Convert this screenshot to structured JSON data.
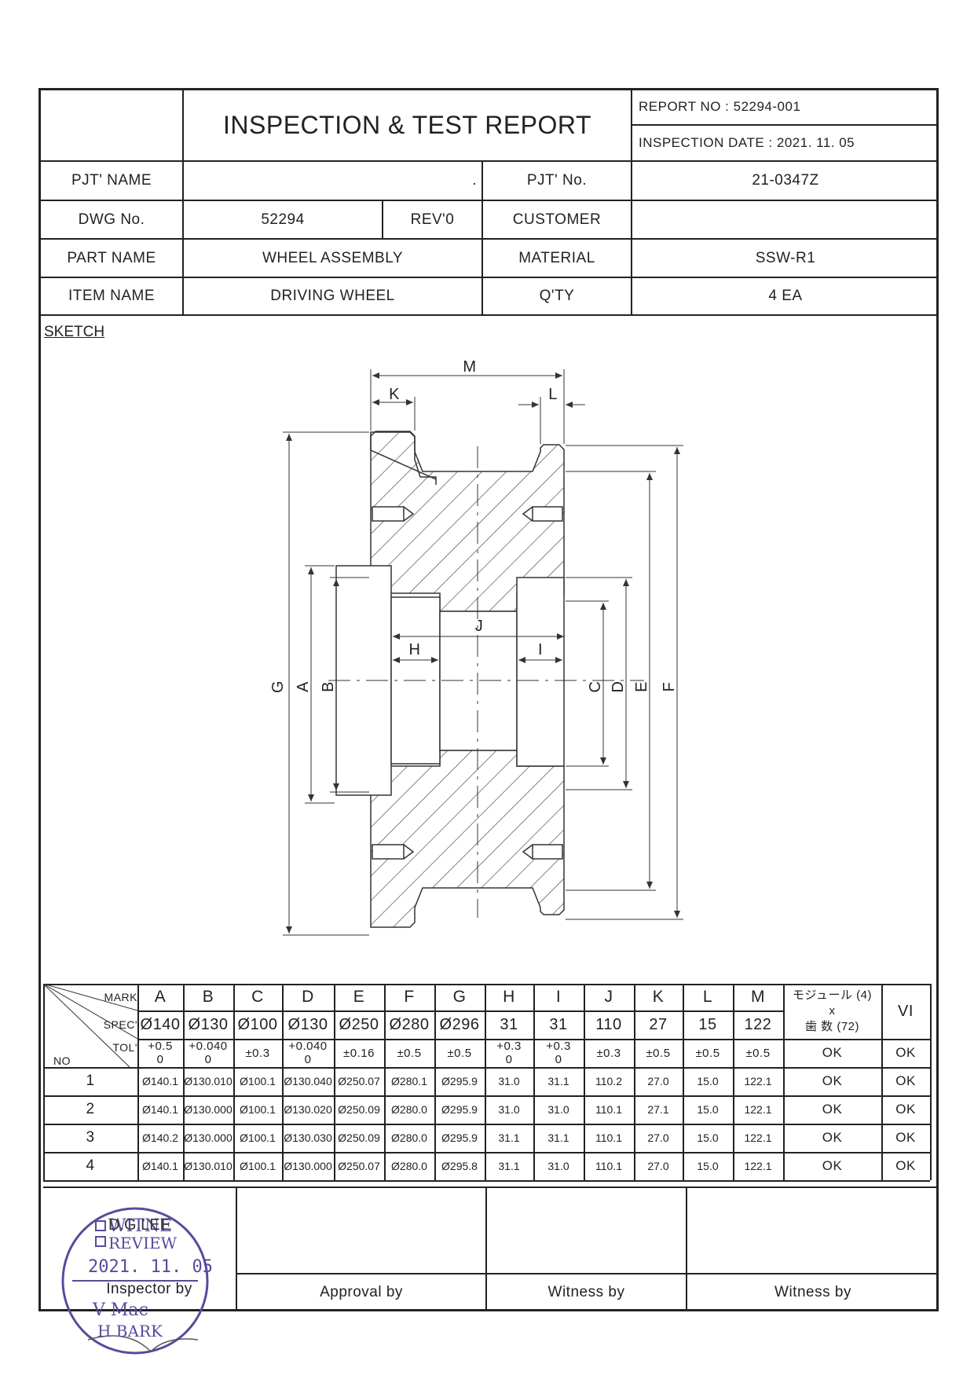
{
  "header": {
    "title": "INSPECTION & TEST REPORT",
    "report_no": "REPORT NO : 52294-001",
    "inspection_date": "INSPECTION DATE : 2021. 11. 05"
  },
  "info": {
    "pjt_name_label": "PJT' NAME",
    "pjt_name_value": ".",
    "pjt_no_label": "PJT' No.",
    "pjt_no_value": "21-0347Z",
    "dwg_no_label": "DWG No.",
    "dwg_no_value": "52294",
    "rev_value": "REV'0",
    "customer_label": "CUSTOMER",
    "customer_value": "",
    "part_name_label": "PART NAME",
    "part_name_value": "WHEEL ASSEMBLY",
    "material_label": "MATERIAL",
    "material_value": "SSW-R1",
    "item_name_label": "ITEM NAME",
    "item_name_value": "DRIVING WHEEL",
    "qty_label": "Q'TY",
    "qty_value": "4 EA"
  },
  "sketch": {
    "label": "SKETCH",
    "dim_labels": [
      "M",
      "K",
      "L",
      "G",
      "A",
      "B",
      "J",
      "H",
      "I",
      "C",
      "D",
      "E",
      "F"
    ]
  },
  "table": {
    "corner": {
      "mark": "MARK",
      "spec": "SPEC'",
      "tol": "TOL'",
      "no": "NO"
    },
    "marks": [
      "A",
      "B",
      "C",
      "D",
      "E",
      "F",
      "G",
      "H",
      "I",
      "J",
      "K",
      "L",
      "M"
    ],
    "specs": [
      "Ø140",
      "Ø130",
      "Ø100",
      "Ø130",
      "Ø250",
      "Ø280",
      "Ø296",
      "31",
      "31",
      "110",
      "27",
      "15",
      "122"
    ],
    "tols": [
      [
        "+0.5",
        "0"
      ],
      [
        "+0.040",
        "0"
      ],
      [
        "±0.3"
      ],
      [
        "+0.040",
        "0"
      ],
      [
        "±0.16"
      ],
      [
        "±0.5"
      ],
      [
        "±0.5"
      ],
      [
        "+0.3",
        "0"
      ],
      [
        "+0.3",
        "0"
      ],
      [
        "±0.3"
      ],
      [
        "±0.5"
      ],
      [
        "±0.5"
      ],
      [
        "±0.5"
      ]
    ],
    "module_header": [
      "モジュール (4)",
      "x",
      "歯 数 (72)"
    ],
    "module_tol": "OK",
    "vi_header": "VI",
    "vi_tol": "OK",
    "rows": [
      {
        "no": "1",
        "values": [
          "Ø140.1",
          "Ø130.010",
          "Ø100.1",
          "Ø130.040",
          "Ø250.07",
          "Ø280.1",
          "Ø295.9",
          "31.0",
          "31.1",
          "110.2",
          "27.0",
          "15.0",
          "122.1"
        ],
        "module": "OK",
        "vi": "OK"
      },
      {
        "no": "2",
        "values": [
          "Ø140.1",
          "Ø130.000",
          "Ø100.1",
          "Ø130.020",
          "Ø250.09",
          "Ø280.0",
          "Ø295.9",
          "31.0",
          "31.0",
          "110.1",
          "27.1",
          "15.0",
          "122.1"
        ],
        "module": "OK",
        "vi": "OK"
      },
      {
        "no": "3",
        "values": [
          "Ø140.2",
          "Ø130.000",
          "Ø100.1",
          "Ø130.030",
          "Ø250.09",
          "Ø280.0",
          "Ø295.9",
          "31.1",
          "31.1",
          "110.1",
          "27.0",
          "15.0",
          "122.1"
        ],
        "module": "OK",
        "vi": "OK"
      },
      {
        "no": "4",
        "values": [
          "Ø140.1",
          "Ø130.010",
          "Ø100.1",
          "Ø130.000",
          "Ø250.07",
          "Ø280.0",
          "Ø295.8",
          "31.1",
          "31.0",
          "110.1",
          "27.0",
          "15.0",
          "122.1"
        ],
        "module": "OK",
        "vi": "OK"
      }
    ]
  },
  "signatures": {
    "inspector": "Inspector by",
    "approval": "Approval by",
    "witness1": "Witness by",
    "witness2": "Witness by"
  },
  "stamp": {
    "line1": "WITNE",
    "line1b": "D.G.LEE",
    "line2": "REVIEW",
    "date": "2021. 11. 05",
    "line3": "V  Mac",
    "line4": "H  BARK",
    "color": "#5a4a9c"
  }
}
